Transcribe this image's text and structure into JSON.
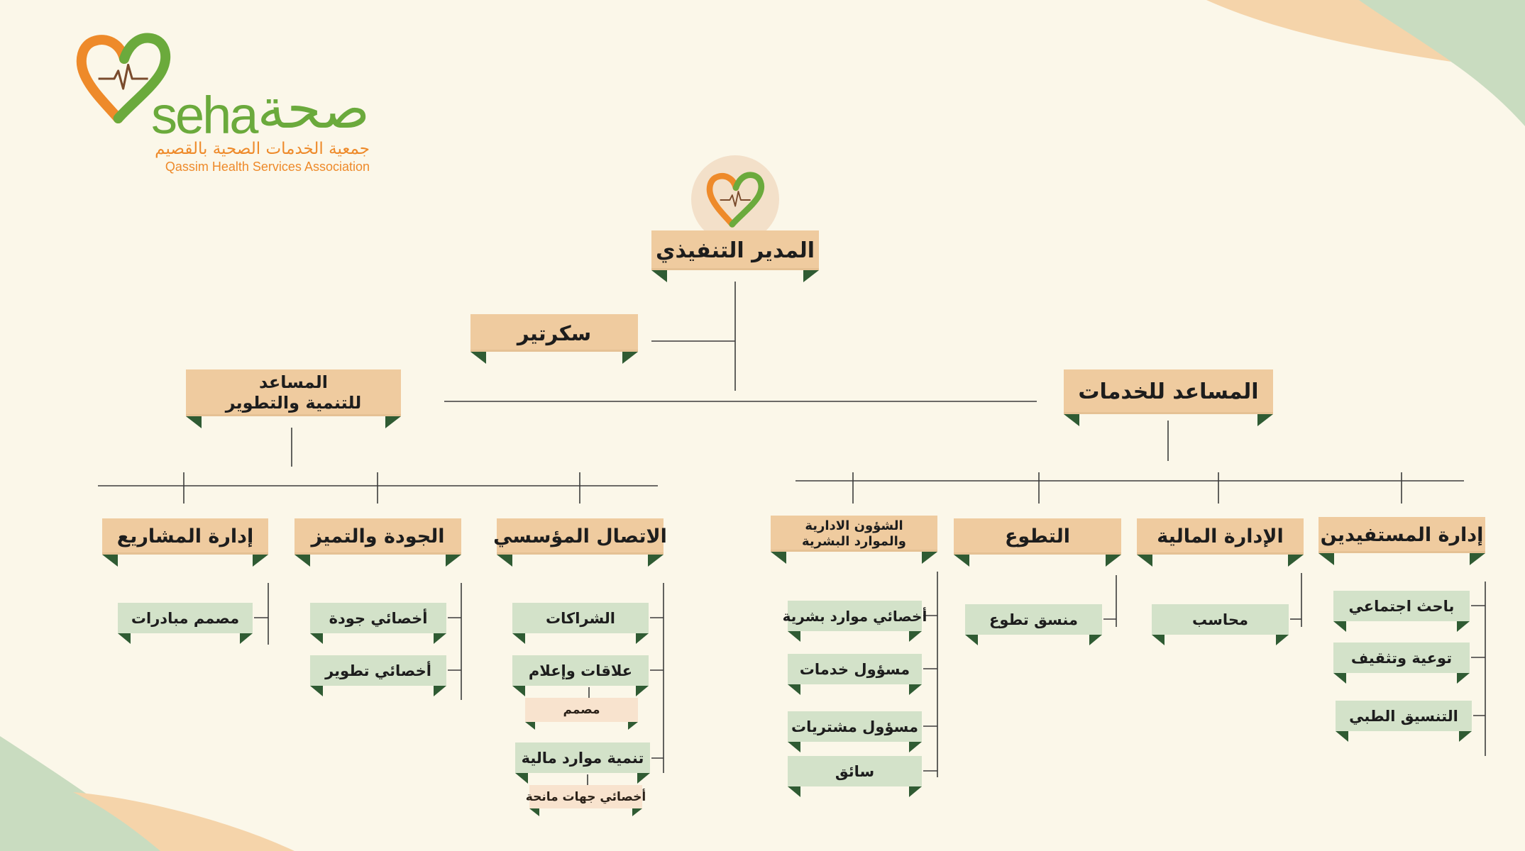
{
  "logo": {
    "brand_latin": "seha",
    "brand_arabic": "صحة",
    "name_arabic": "جمعية الخدمات الصحية بالقصيم",
    "name_english": "Qassim Health Services Association"
  },
  "icons": {
    "logo": "heart-heartbeat-icon",
    "emblem": "heart-heartbeat-icon"
  },
  "colors": {
    "background": "#FBF7E9",
    "primary_box": "#EFCB9F",
    "role_box": "#D3E2C9",
    "sub_role_box": "#F8E3CE",
    "ribbon_tail": "#2F5B33",
    "emblem_circle": "#F3E0C9",
    "logo_orange": "#EE8A2A",
    "logo_green": "#6BAA3C",
    "decor_green": "#C9DCC0",
    "decor_peach": "#F5D4AA"
  },
  "org": {
    "executive_director": "المدير التنفيذي",
    "secretary": "سكرتير",
    "assistant_development": {
      "lines": [
        "المساعد",
        "للتنمية والتطوير"
      ]
    },
    "assistant_services": "المساعد للخدمات",
    "development_departments": [
      {
        "title": "الاتصال المؤسسي",
        "roles": [
          {
            "label": "الشراكات"
          },
          {
            "label": "علاقات وإعلام",
            "subordinates": [
              "مصمم"
            ]
          },
          {
            "label": "تنمية موارد مالية",
            "subordinates": [
              "أخصائي جهات مانحة"
            ]
          }
        ]
      },
      {
        "title": "الجودة والتميز",
        "roles": [
          {
            "label": "أخصائي جودة"
          },
          {
            "label": "أخصائي تطوير"
          }
        ]
      },
      {
        "title": "إدارة المشاريع",
        "roles": [
          {
            "label": "مصمم مبادرات"
          }
        ]
      }
    ],
    "services_departments": [
      {
        "title": "إدارة المستفيدين",
        "roles": [
          {
            "label": "باحث اجتماعي"
          },
          {
            "label": "توعية وتثقيف"
          },
          {
            "label": "التنسيق الطبي"
          }
        ]
      },
      {
        "title": "الإدارة المالية",
        "roles": [
          {
            "label": "محاسب"
          }
        ]
      },
      {
        "title": "التطوع",
        "roles": [
          {
            "label": "منسق تطوع"
          }
        ]
      },
      {
        "title_lines": [
          "الشؤون الادارية",
          "والموارد البشرية"
        ],
        "roles": [
          {
            "label": "أخصائي موارد بشرية"
          },
          {
            "label": "مسؤول خدمات"
          },
          {
            "label": "مسؤول مشتريات"
          },
          {
            "label": "سائق"
          }
        ]
      }
    ]
  }
}
